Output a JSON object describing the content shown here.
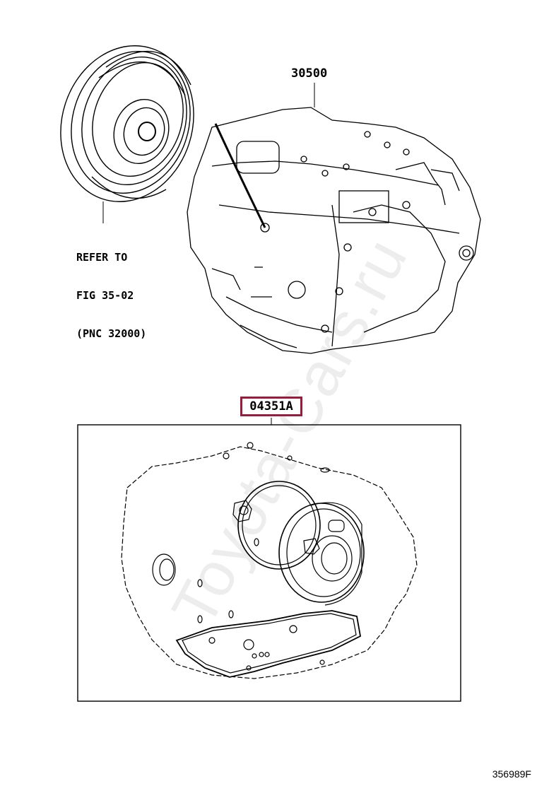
{
  "labels": {
    "refer_line1": "REFER TO",
    "refer_line2": "FIG 35-02",
    "refer_line3": "(PNC 32000)",
    "part_30500": "30500",
    "part_04351a": "04351A",
    "figure_id": "356989F"
  },
  "watermark": "Toyota-Cars.ru",
  "colors": {
    "line": "#000000",
    "highlight_border": "#9b1b3c",
    "watermark": "rgba(0,0,0,0.07)"
  }
}
